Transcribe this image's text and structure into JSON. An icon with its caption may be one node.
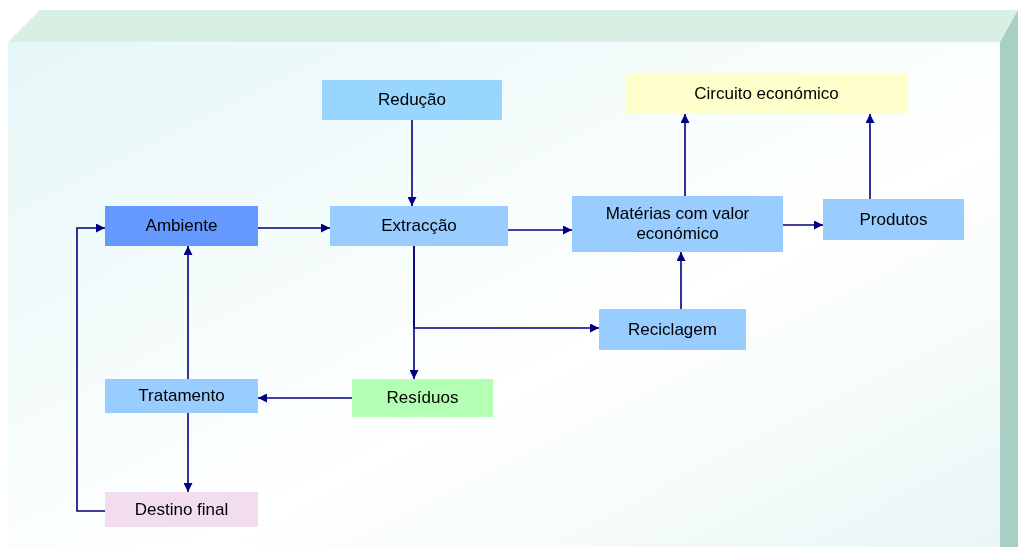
{
  "diagram": {
    "nodes": [
      {
        "text": [
          "Redução"
        ]
      },
      {
        "text": [
          "Circuito económico"
        ]
      },
      {
        "text": [
          "Ambiente"
        ]
      },
      {
        "text": [
          "Extracção"
        ]
      },
      {
        "text": [
          "Matérias com valor económico"
        ]
      },
      {
        "text": [
          "Produtos"
        ]
      },
      {
        "text": [
          "Reciclagem"
        ]
      },
      {
        "text": [
          "Tratamento"
        ]
      },
      {
        "text": [
          "Resíduos"
        ]
      },
      {
        "text": [
          "Destino final"
        ]
      }
    ],
    "edges": [
      {
        "from": 0,
        "to": 3,
        "arrow": "to"
      },
      {
        "from": 2,
        "to": 3,
        "arrow": "to"
      },
      {
        "from": 3,
        "to": 4,
        "arrow": "to"
      },
      {
        "from": 4,
        "to": 1,
        "arrow": "to"
      },
      {
        "from": 4,
        "to": 5,
        "arrow": "to"
      },
      {
        "from": 5,
        "to": 1,
        "arrow": "to"
      },
      {
        "from": 3,
        "to": 8,
        "arrow": "to"
      },
      {
        "from": 3,
        "to": 6,
        "arrow": "to"
      },
      {
        "from": 6,
        "to": 4,
        "arrow": "to"
      },
      {
        "from": 8,
        "to": 7,
        "arrow": "to"
      },
      {
        "from": 7,
        "to": 2,
        "arrow": "to"
      },
      {
        "from": 7,
        "to": 9,
        "arrow": "to"
      },
      {
        "from": 9,
        "to": 2,
        "arrow": "to"
      }
    ]
  }
}
